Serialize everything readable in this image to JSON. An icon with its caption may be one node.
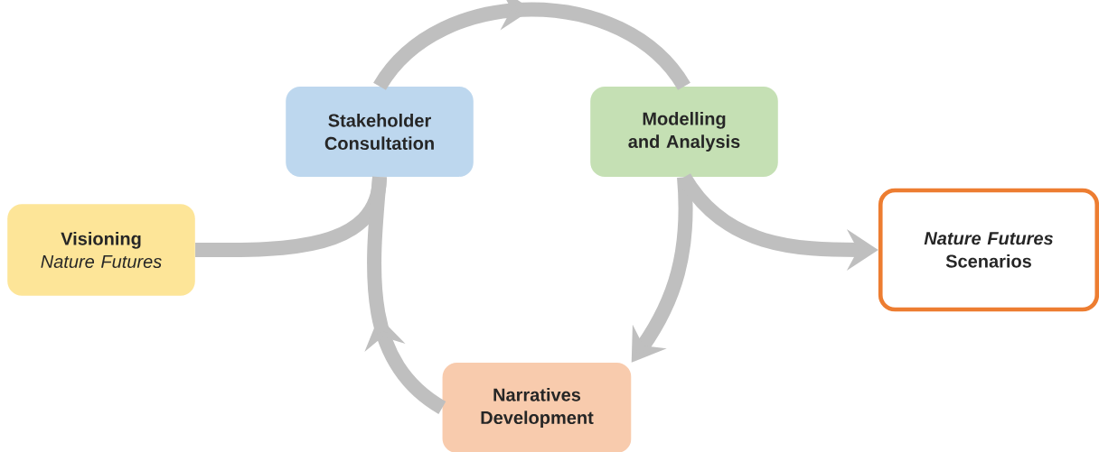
{
  "diagram": {
    "nodes": [
      {
        "text": [
          "Visioning",
          "Nature Futures"
        ]
      },
      {
        "text": [
          "Stakeholder Consultation"
        ]
      },
      {
        "text": [
          "Modelling and Analysis"
        ]
      },
      {
        "text": [
          "Narratives Development"
        ]
      },
      {
        "text": [
          "Nature Futures",
          "Scenarios"
        ]
      }
    ],
    "edges": [
      {
        "from": 0,
        "to": 1,
        "arrow": "none"
      },
      {
        "from": 1,
        "to": 2,
        "arrow": "to"
      },
      {
        "from": 2,
        "to": 3,
        "arrow": "to"
      },
      {
        "from": 3,
        "to": 1,
        "arrow": "to"
      },
      {
        "from": 2,
        "to": 4,
        "arrow": "to"
      }
    ]
  }
}
